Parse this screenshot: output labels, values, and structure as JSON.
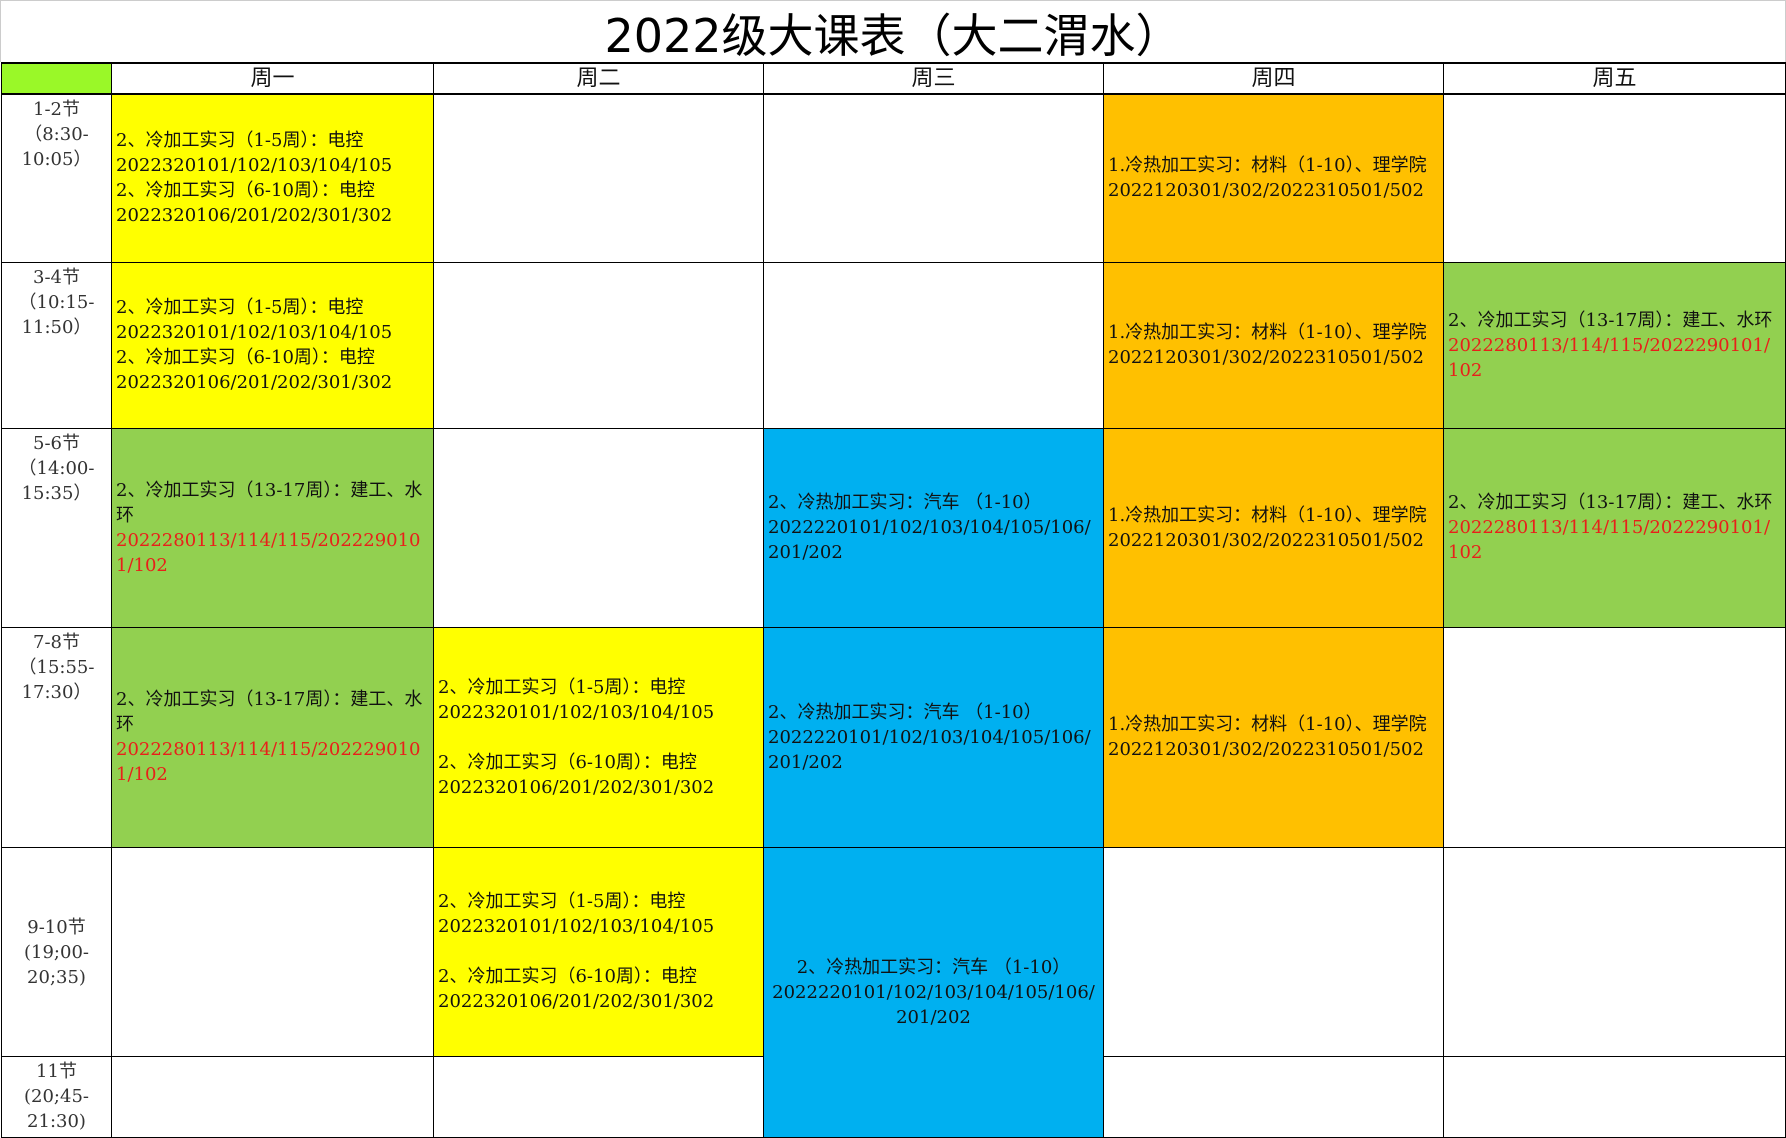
{
  "title": "2022级大课表（大二渭水）",
  "colors": {
    "yellow": "#ffff00",
    "green": "#92d050",
    "blue": "#00b0f0",
    "orange": "#ffc000",
    "header_corner": "#9af828",
    "red_text": "#e8201a"
  },
  "days": [
    "周一",
    "周二",
    "周三",
    "周四",
    "周五"
  ],
  "rows": [
    {
      "period": [
        "1-2节",
        "（8:30-",
        "10:05）"
      ],
      "cells": [
        {
          "bg": "yellow",
          "lines": [
            {
              "t": "2、冷加工实习（1-5周）：电控"
            },
            {
              "t": "2022320101/102/103/104/105"
            },
            {
              "t": "2、冷加工实习（6-10周）：电控"
            },
            {
              "t": "2022320106/201/202/301/302"
            }
          ]
        },
        {
          "bg": "",
          "lines": []
        },
        {
          "bg": "",
          "lines": []
        },
        {
          "bg": "orange",
          "lines": [
            {
              "t": "1.冷热加工实习：材料（1-10）、理学院"
            },
            {
              "t": "2022120301/302/2022310501/502"
            }
          ]
        },
        {
          "bg": "",
          "lines": []
        }
      ]
    },
    {
      "period": [
        "3-4节",
        "（10:15-",
        "11:50）"
      ],
      "cells": [
        {
          "bg": "yellow",
          "lines": [
            {
              "t": "2、冷加工实习（1-5周）：电控"
            },
            {
              "t": "2022320101/102/103/104/105"
            },
            {
              "t": "2、冷加工实习（6-10周）：电控"
            },
            {
              "t": "2022320106/201/202/301/302"
            }
          ]
        },
        {
          "bg": "",
          "lines": []
        },
        {
          "bg": "",
          "lines": []
        },
        {
          "bg": "orange",
          "lines": [
            {
              "t": "1.冷热加工实习：材料（1-10）、理学院"
            },
            {
              "t": "2022120301/302/2022310501/502"
            }
          ]
        },
        {
          "bg": "green",
          "lines": [
            {
              "t": "2、冷加工实习（13-17周）：建工、水环"
            },
            {
              "t": "2022280113/114/115/2022290101/102",
              "red": true
            }
          ]
        }
      ]
    },
    {
      "period": [
        "5-6节",
        "（14:00-",
        "15:35）"
      ],
      "cells": [
        {
          "bg": "green",
          "lines": [
            {
              "t": "2、冷加工实习（13-17周）：建工、水环"
            },
            {
              "t": "2022280113/114/115/2022290101/102",
              "red": true
            }
          ]
        },
        {
          "bg": "",
          "lines": []
        },
        {
          "bg": "blue",
          "lines": [
            {
              "t": "2、冷热加工实习：汽车 （1-10）"
            },
            {
              "t": "2022220101/102/103/104/105/106/201/202"
            }
          ]
        },
        {
          "bg": "orange",
          "lines": [
            {
              "t": "1.冷热加工实习：材料（1-10）、理学院"
            },
            {
              "t": "2022120301/302/2022310501/502"
            }
          ]
        },
        {
          "bg": "green",
          "lines": [
            {
              "t": "2、冷加工实习（13-17周）：建工、水环"
            },
            {
              "t": "2022280113/114/115/2022290101/102",
              "red": true
            }
          ]
        }
      ]
    },
    {
      "period": [
        "7-8节",
        "（15:55-",
        "17:30）"
      ],
      "cells": [
        {
          "bg": "green",
          "lines": [
            {
              "t": "2、冷加工实习（13-17周）：建工、水环"
            },
            {
              "t": "2022280113/114/115/2022290101/102",
              "red": true
            }
          ]
        },
        {
          "bg": "yellow",
          "lines": [
            {
              "t": "2、冷加工实习（1-5周）：电控"
            },
            {
              "t": "2022320101/102/103/104/105"
            },
            {
              "t": ""
            },
            {
              "t": "2、冷加工实习（6-10周）：电控"
            },
            {
              "t": "2022320106/201/202/301/302"
            }
          ]
        },
        {
          "bg": "blue",
          "lines": [
            {
              "t": "2、冷热加工实习：汽车 （1-10）"
            },
            {
              "t": "2022220101/102/103/104/105/106/201/202"
            }
          ]
        },
        {
          "bg": "orange",
          "lines": [
            {
              "t": "1.冷热加工实习：材料（1-10）、理学院"
            },
            {
              "t": "2022120301/302/2022310501/502"
            }
          ]
        },
        {
          "bg": "",
          "lines": []
        }
      ]
    },
    {
      "period": [
        "9-10节",
        "(19;00-",
        "20;35)"
      ],
      "cells": [
        {
          "bg": "",
          "lines": []
        },
        {
          "bg": "yellow",
          "lines": [
            {
              "t": "2、冷加工实习（1-5周）：电控"
            },
            {
              "t": "2022320101/102/103/104/105"
            },
            {
              "t": ""
            },
            {
              "t": "2、冷加工实习（6-10周）：电控"
            },
            {
              "t": "2022320106/201/202/301/302"
            }
          ]
        },
        {
          "bg": "blue",
          "rowspan": 2,
          "center": true,
          "lines": [
            {
              "t": "2、冷热加工实习：汽车 （1-10）"
            },
            {
              "t": "2022220101/102/103/104/105/106/201/202"
            }
          ]
        },
        {
          "bg": "",
          "lines": []
        },
        {
          "bg": "",
          "lines": []
        }
      ]
    },
    {
      "period": [
        "11节",
        "(20;45-",
        "21:30)"
      ],
      "cells": [
        {
          "bg": "",
          "lines": []
        },
        {
          "bg": "",
          "lines": []
        },
        null,
        {
          "bg": "",
          "lines": []
        },
        {
          "bg": "",
          "lines": []
        }
      ]
    }
  ]
}
